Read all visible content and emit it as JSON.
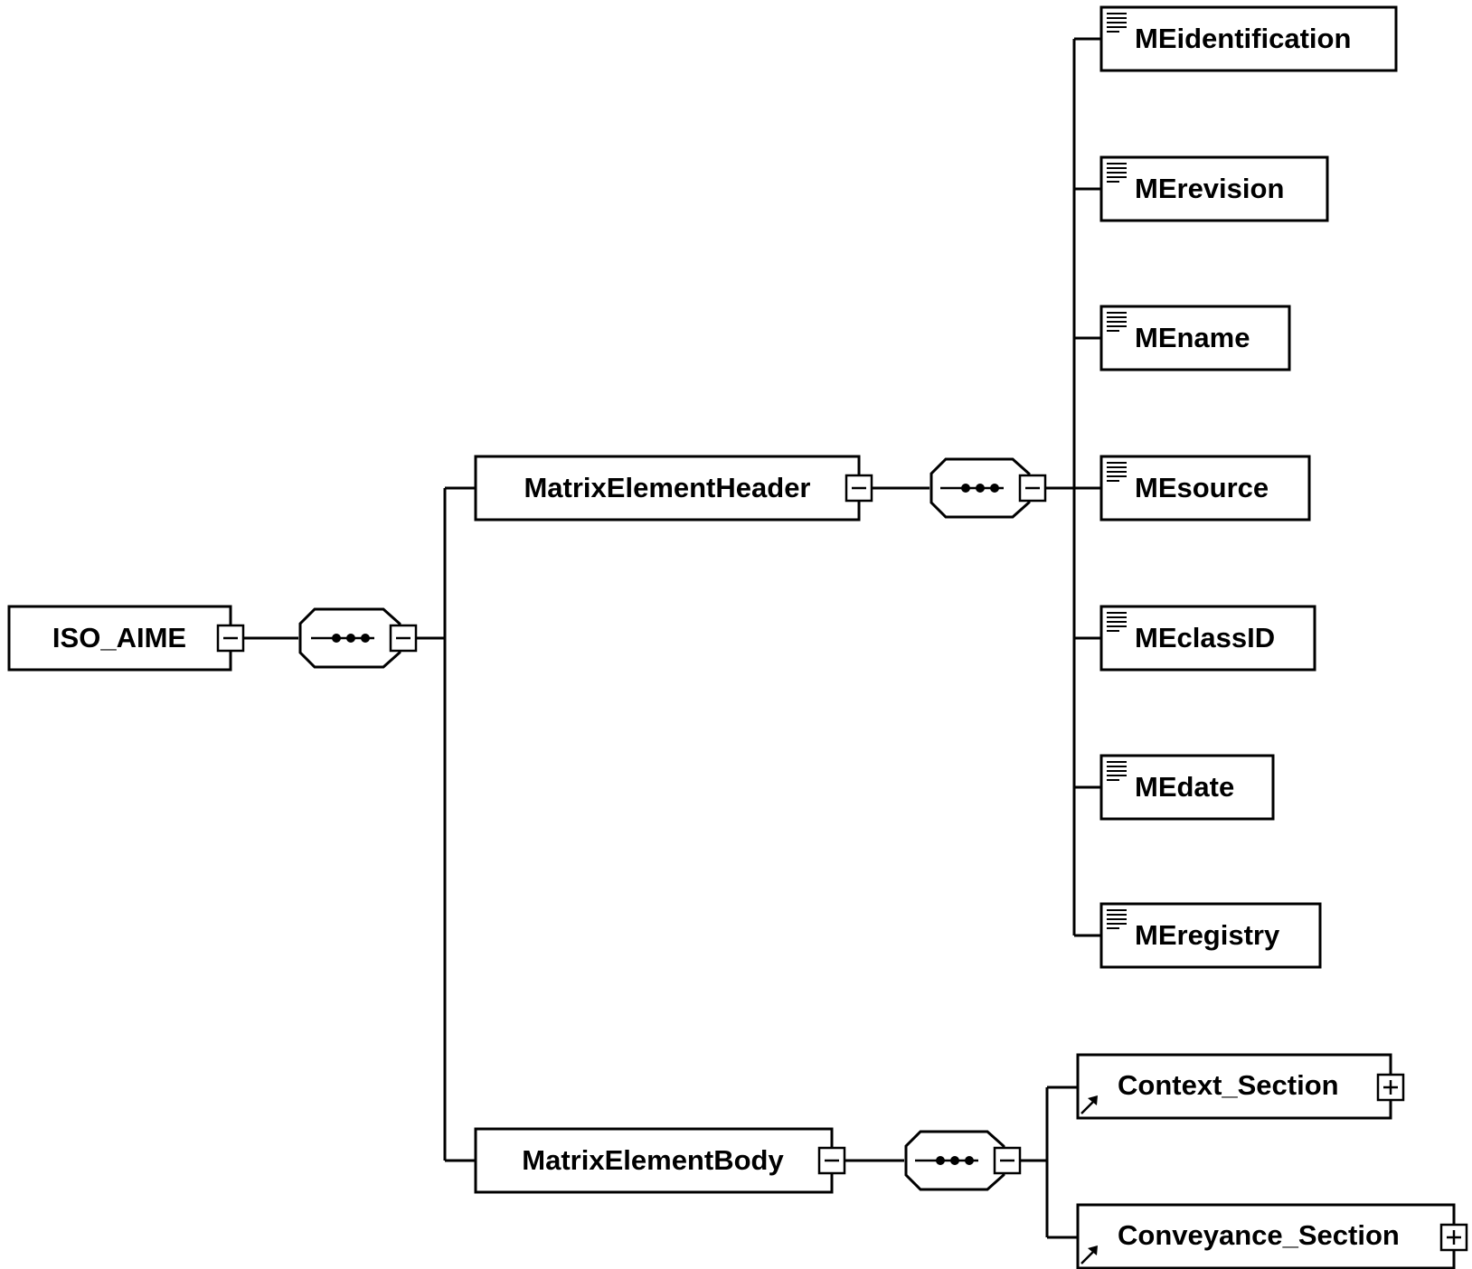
{
  "diagram": {
    "root": {
      "label": "ISO_AIME"
    },
    "header": {
      "label": "MatrixElementHeader"
    },
    "body": {
      "label": "MatrixElementBody"
    },
    "header_children": [
      {
        "label": "MEidentification"
      },
      {
        "label": "MErevision"
      },
      {
        "label": "MEname"
      },
      {
        "label": "MEsource"
      },
      {
        "label": "MEclassID"
      },
      {
        "label": "MEdate"
      },
      {
        "label": "MEregistry"
      }
    ],
    "body_children": [
      {
        "label": "Context_Section"
      },
      {
        "label": "Conveyance_Section"
      }
    ],
    "icons": {
      "collapse": "collapse-minus-icon",
      "expand": "expand-plus-icon",
      "sequence": "sequence-compositor-icon",
      "simple_content": "text-lines-icon",
      "reference": "reference-arrow-icon"
    }
  }
}
